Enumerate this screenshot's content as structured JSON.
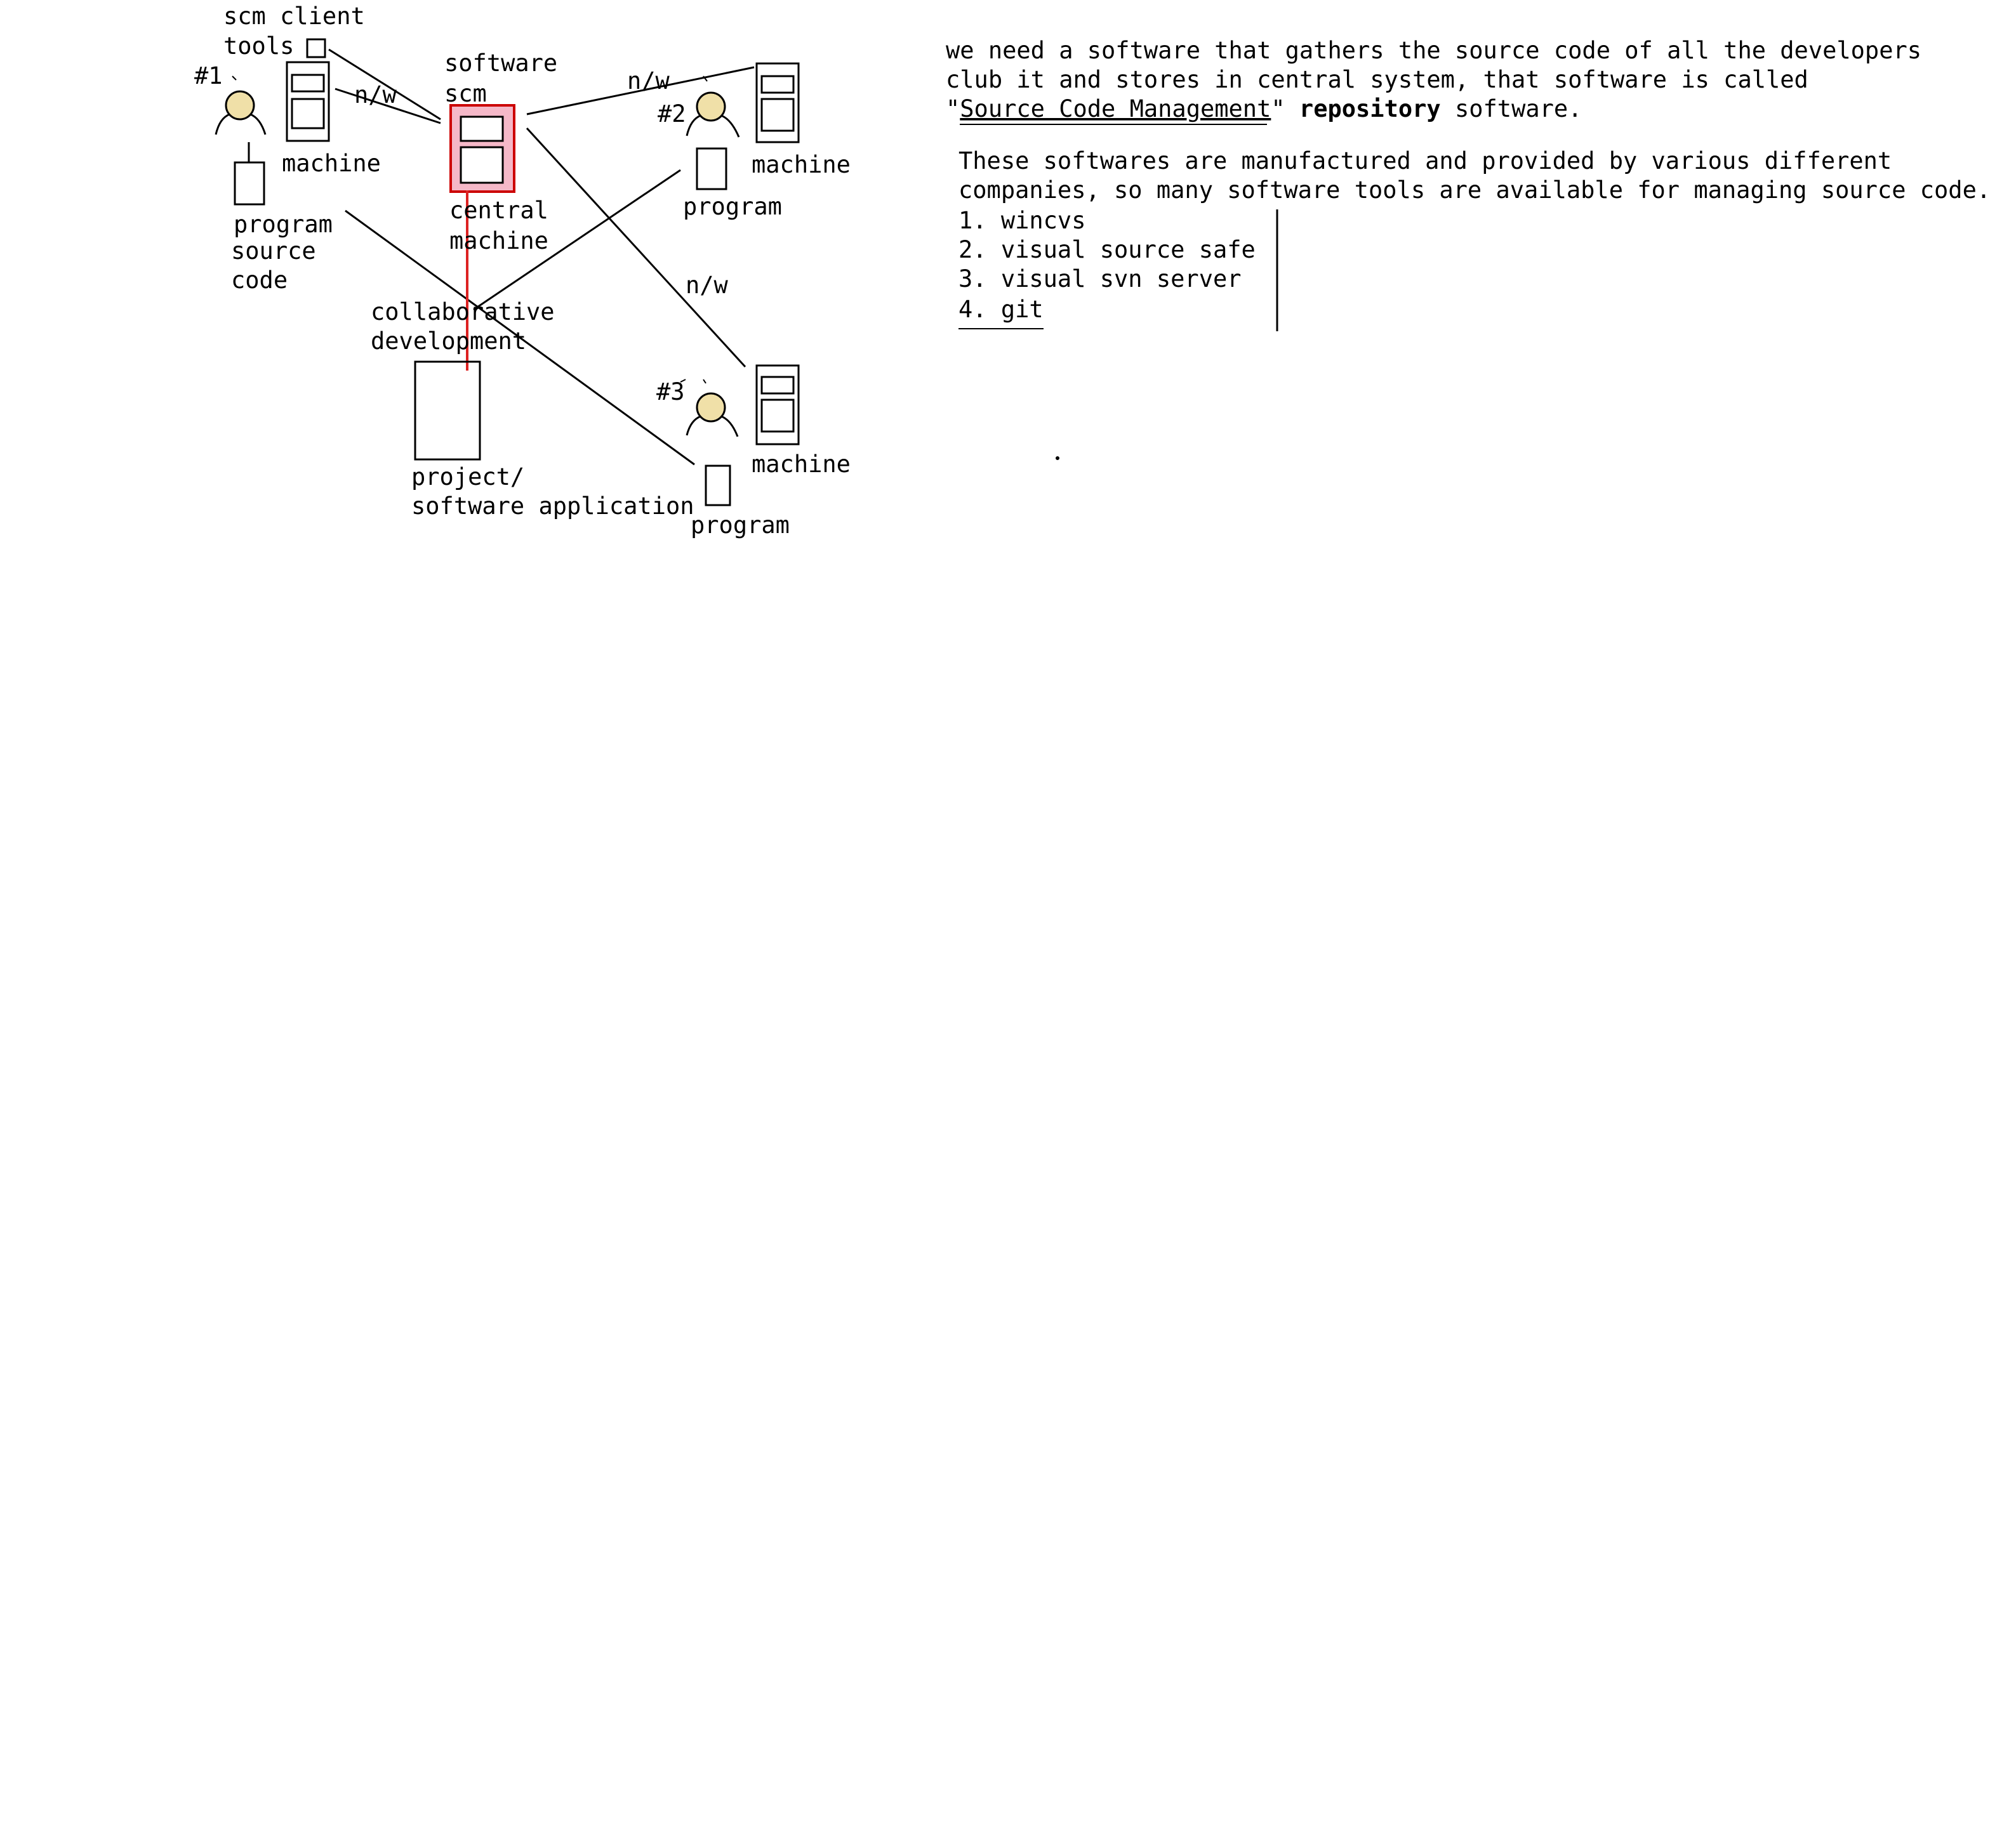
{
  "colors": {
    "ink": "#000000",
    "head_fill": "#f0e0a8",
    "scm_fill": "#f5b8c8",
    "scm_stroke": "#cc0000",
    "red_line": "#dd2222"
  },
  "diagram": {
    "label_scm_client": "scm client",
    "label_tools": "tools",
    "dev1_tag": "#1",
    "dev2_tag": "#2",
    "dev3_tag": "#3",
    "label_machine_1": "machine",
    "label_machine_2": "machine",
    "label_machine_3": "machine",
    "label_nw_1": "n/w",
    "label_nw_2": "n/w",
    "label_nw_3": "n/w",
    "label_software": "software",
    "label_scm": "scm",
    "label_central": "central",
    "label_central_machine": "machine",
    "label_program_1": "program",
    "label_source": "source",
    "label_code": "code",
    "label_program_2": "program",
    "label_program_3": "program",
    "label_collaborative": "collaborative",
    "label_development": "development",
    "label_project": "project/",
    "label_software_application": "software application"
  },
  "notes": {
    "para1_line1": "we need a software that gathers the source code of all the developers",
    "para1_line2": "club it and stores in central system, that software is called",
    "para1_quote_open": "\"",
    "para1_scm_term": "Source Code Management",
    "para1_quote_close": "\"",
    "para1_repository": "repository",
    "para1_end": "software.",
    "para2_line1": "These softwares are manufactured and provided by various different",
    "para2_line2": "companies, so many software tools are available for managing source code.",
    "tools": [
      "1. wincvs",
      "2. visual source safe",
      "3. visual svn server",
      "4. git"
    ]
  }
}
